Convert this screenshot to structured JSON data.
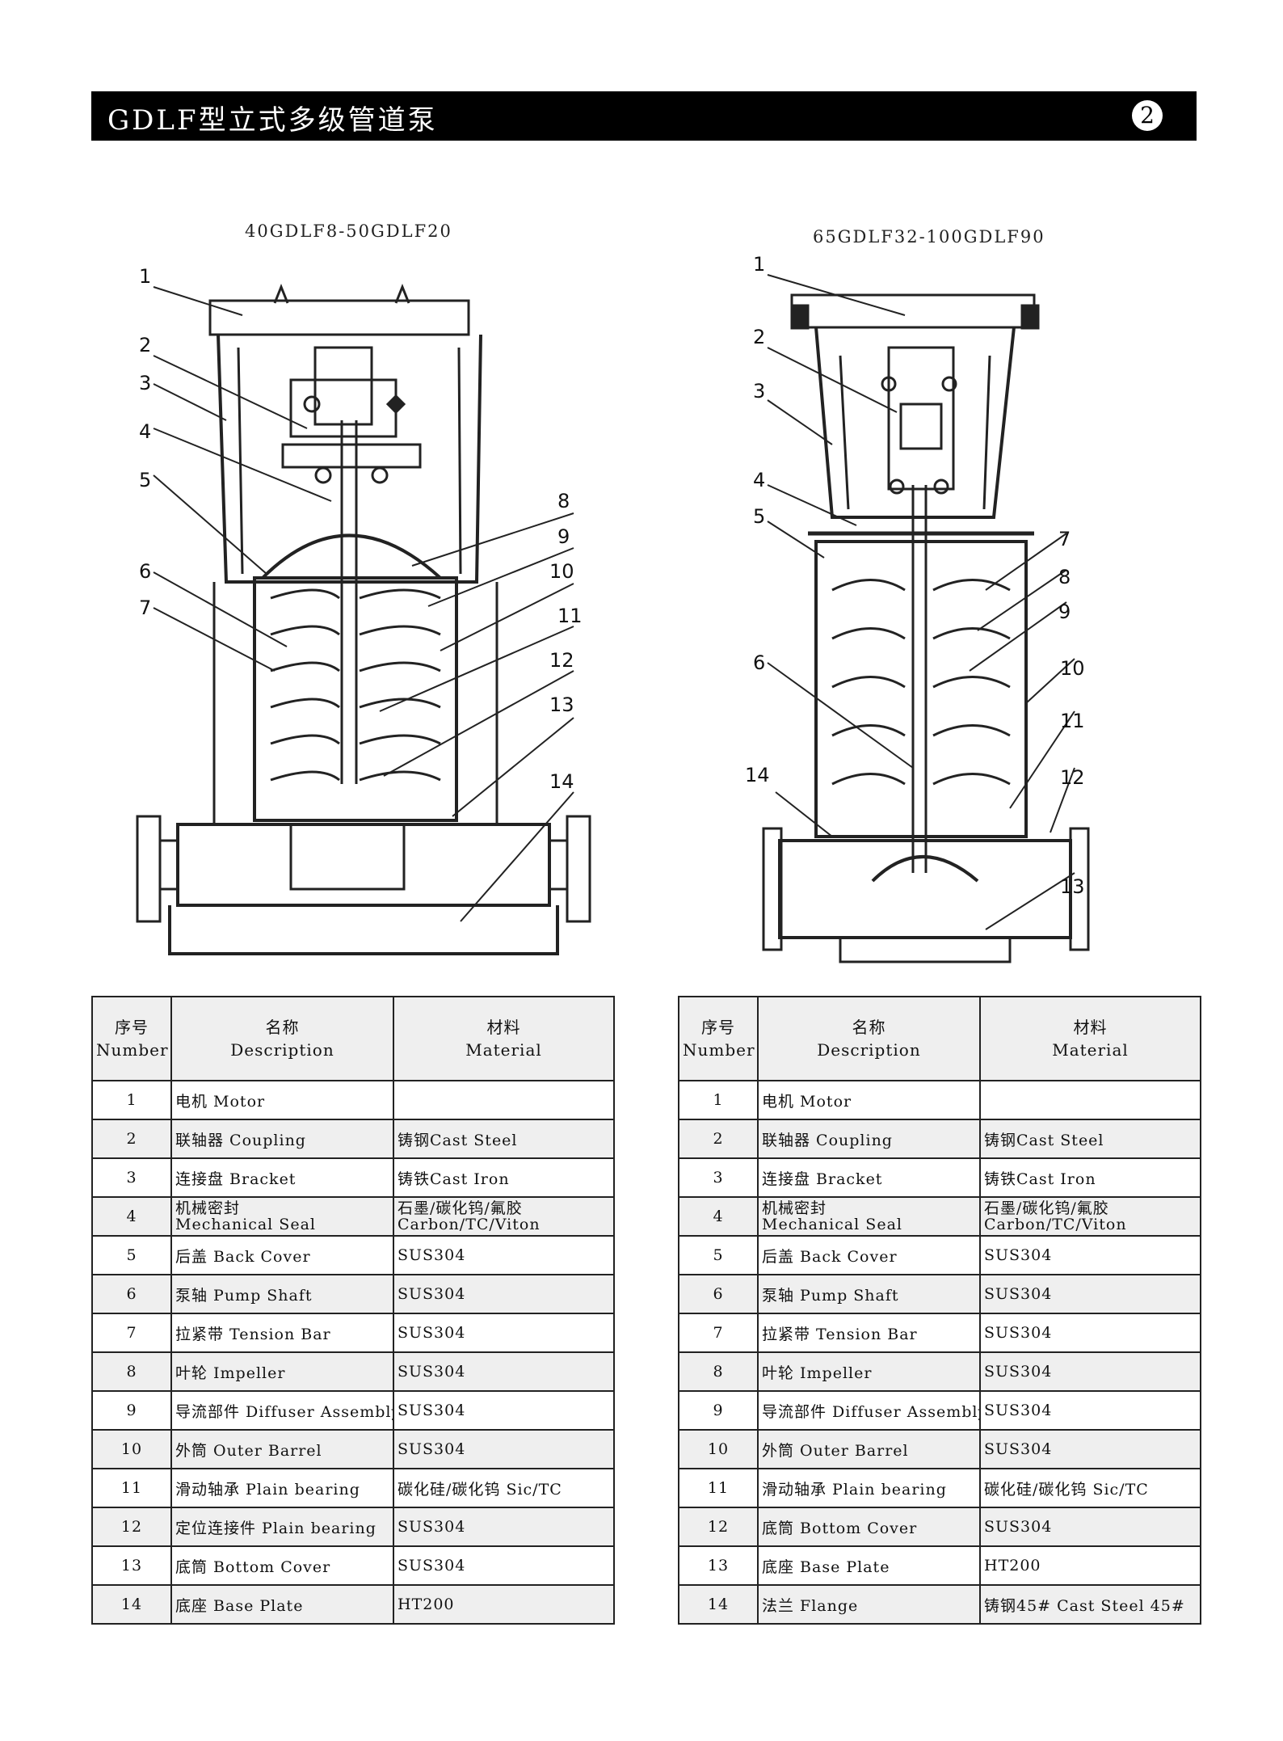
{
  "header": {
    "title": "GDLF型立式多级管道泵",
    "page": "2"
  },
  "diagrams": [
    {
      "title": "40GDLF8-50GDLF20",
      "labels": [
        "1",
        "2",
        "3",
        "4",
        "5",
        "6",
        "7",
        "8",
        "9",
        "10",
        "11",
        "12",
        "13",
        "14"
      ]
    },
    {
      "title": "65GDLF32-100GDLF90",
      "labels": [
        "1",
        "2",
        "3",
        "4",
        "5",
        "6",
        "7",
        "8",
        "9",
        "10",
        "11",
        "12",
        "13",
        "14"
      ]
    }
  ],
  "tables": [
    {
      "headers": {
        "num_cn": "序号",
        "num_en": "Number",
        "desc_cn": "名称",
        "desc_en": "Description",
        "mat_cn": "材料",
        "mat_en": "Material"
      },
      "rows": [
        {
          "num": "1",
          "desc": "电机 Motor",
          "mat": ""
        },
        {
          "num": "2",
          "desc": "联轴器 Coupling",
          "mat": "铸钢Cast Steel"
        },
        {
          "num": "3",
          "desc": "连接盘 Bracket",
          "mat": "铸铁Cast Iron"
        },
        {
          "num": "4",
          "desc": "机械密封",
          "desc2": "Mechanical Seal",
          "mat": "石墨/碳化钨/氟胶",
          "mat2": "Carbon/TC/Viton"
        },
        {
          "num": "5",
          "desc": "后盖 Back Cover",
          "mat": "SUS304"
        },
        {
          "num": "6",
          "desc": "泵轴 Pump Shaft",
          "mat": "SUS304"
        },
        {
          "num": "7",
          "desc": "拉紧带 Tension Bar",
          "mat": "SUS304"
        },
        {
          "num": "8",
          "desc": "叶轮 Impeller",
          "mat": "SUS304"
        },
        {
          "num": "9",
          "desc": "导流部件 Diffuser Assembly",
          "mat": "SUS304"
        },
        {
          "num": "10",
          "desc": "外筒 Outer Barrel",
          "mat": "SUS304"
        },
        {
          "num": "11",
          "desc": "滑动轴承 Plain bearing",
          "mat": "碳化硅/碳化钨 Sic/TC"
        },
        {
          "num": "12",
          "desc": "定位连接件 Plain bearing",
          "mat": "SUS304"
        },
        {
          "num": "13",
          "desc": "底筒 Bottom Cover",
          "mat": "SUS304"
        },
        {
          "num": "14",
          "desc": "底座 Base Plate",
          "mat": "HT200"
        }
      ]
    },
    {
      "headers": {
        "num_cn": "序号",
        "num_en": "Number",
        "desc_cn": "名称",
        "desc_en": "Description",
        "mat_cn": "材料",
        "mat_en": "Material"
      },
      "rows": [
        {
          "num": "1",
          "desc": "电机 Motor",
          "mat": ""
        },
        {
          "num": "2",
          "desc": "联轴器 Coupling",
          "mat": "铸钢Cast Steel"
        },
        {
          "num": "3",
          "desc": "连接盘 Bracket",
          "mat": "铸铁Cast Iron"
        },
        {
          "num": "4",
          "desc": "机械密封",
          "desc2": "Mechanical Seal",
          "mat": "石墨/碳化钨/氟胶",
          "mat2": "Carbon/TC/Viton"
        },
        {
          "num": "5",
          "desc": "后盖 Back Cover",
          "mat": "SUS304"
        },
        {
          "num": "6",
          "desc": "泵轴 Pump Shaft",
          "mat": "SUS304"
        },
        {
          "num": "7",
          "desc": "拉紧带 Tension Bar",
          "mat": "SUS304"
        },
        {
          "num": "8",
          "desc": "叶轮 Impeller",
          "mat": "SUS304"
        },
        {
          "num": "9",
          "desc": "导流部件 Diffuser Assembly",
          "mat": "SUS304"
        },
        {
          "num": "10",
          "desc": "外筒 Outer Barrel",
          "mat": "SUS304"
        },
        {
          "num": "11",
          "desc": "滑动轴承 Plain bearing",
          "mat": "碳化硅/碳化钨 Sic/TC"
        },
        {
          "num": "12",
          "desc": "底筒 Bottom Cover",
          "mat": "SUS304"
        },
        {
          "num": "13",
          "desc": "底座 Base Plate",
          "mat": "HT200"
        },
        {
          "num": "14",
          "desc": "法兰 Flange",
          "mat": "铸钢45# Cast Steel 45#"
        }
      ]
    }
  ]
}
